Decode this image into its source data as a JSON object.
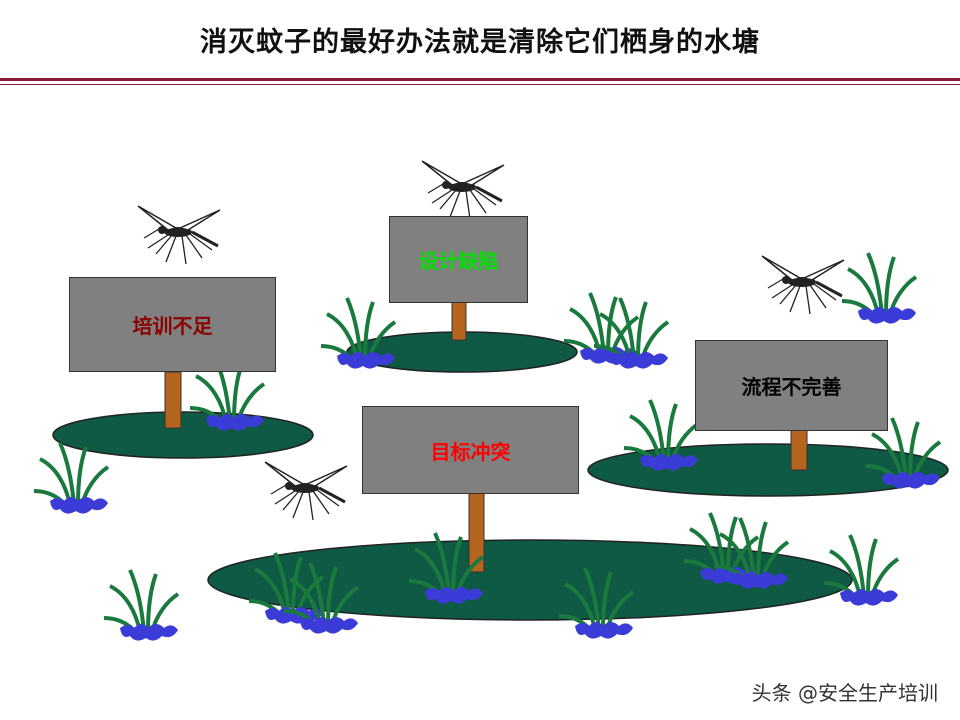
{
  "title": "消灭蚊子的最好办法就是清除它们栖身的水塘",
  "signs": [
    {
      "label": "培训不足",
      "color": "#8b0000"
    },
    {
      "label": "设计缺陷",
      "color": "#00e000"
    },
    {
      "label": "流程不完善",
      "color": "#000000"
    },
    {
      "label": "目标冲突",
      "color": "#ff0000"
    }
  ],
  "watermark": "头条 @安全生产培训",
  "colors": {
    "pond": "#0f5a44",
    "grass": "#1a7a3e",
    "flowers": "#3b3bd8",
    "post": "#b5651d",
    "sign": "#808080",
    "rule": "#8b1a3a"
  }
}
